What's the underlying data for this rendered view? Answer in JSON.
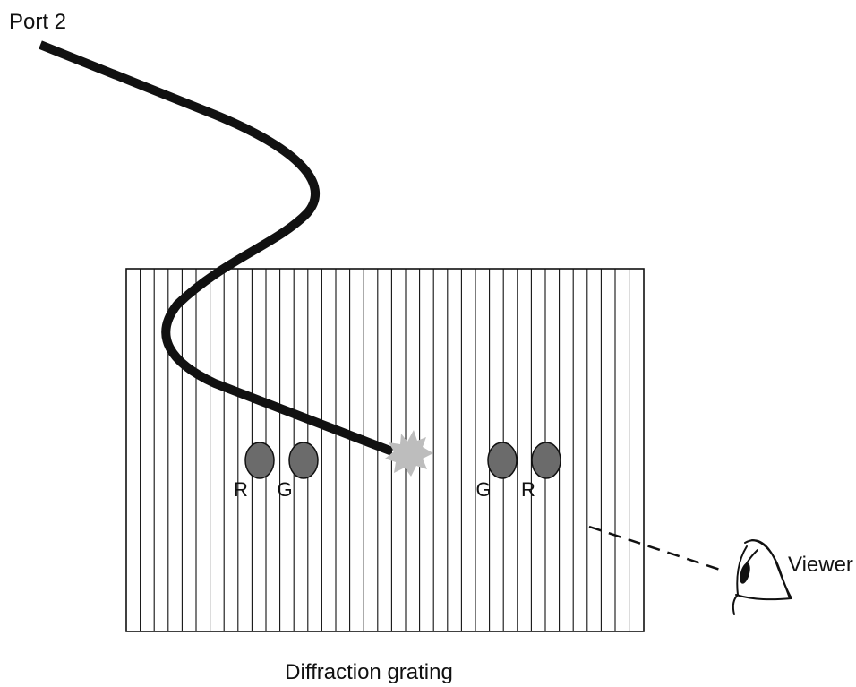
{
  "labels": {
    "port": "Port 2",
    "grating": "Diffraction grating",
    "viewer": "Viewer"
  },
  "spots": {
    "left_outer": "R",
    "left_inner": "G",
    "right_inner": "G",
    "right_outer": "R"
  },
  "colors": {
    "ink": "#111111",
    "fiber": "#111111",
    "spot_fill": "#6b6b6b",
    "light_source": "#bdbdbd",
    "background": "#ffffff"
  },
  "icons": {
    "source": "starburst-light-icon",
    "viewer": "eye-icon"
  }
}
